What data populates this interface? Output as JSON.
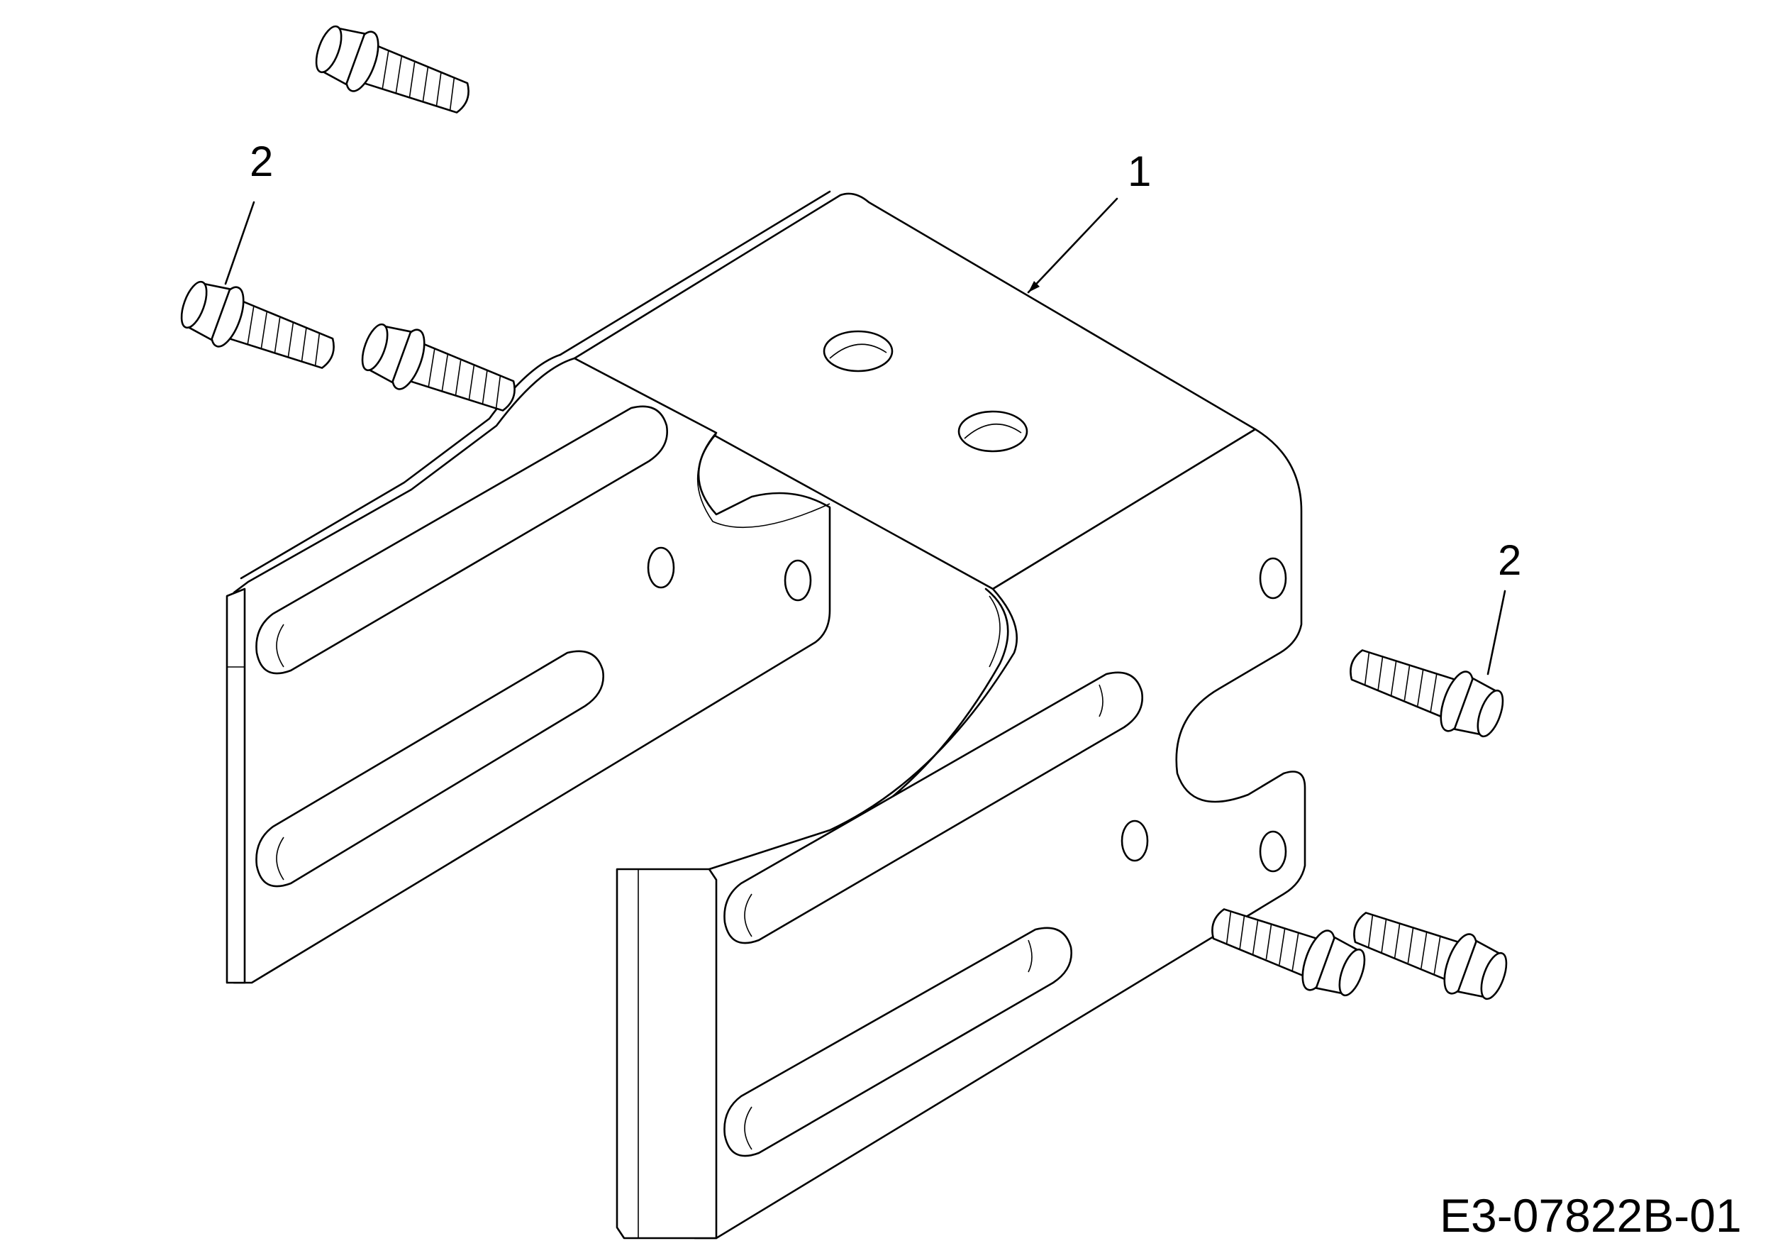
{
  "diagram": {
    "callouts": {
      "part_1": "1",
      "part_2_top_left": "2",
      "part_2_right": "2"
    },
    "drawing_number": "E3-07822B-01"
  }
}
